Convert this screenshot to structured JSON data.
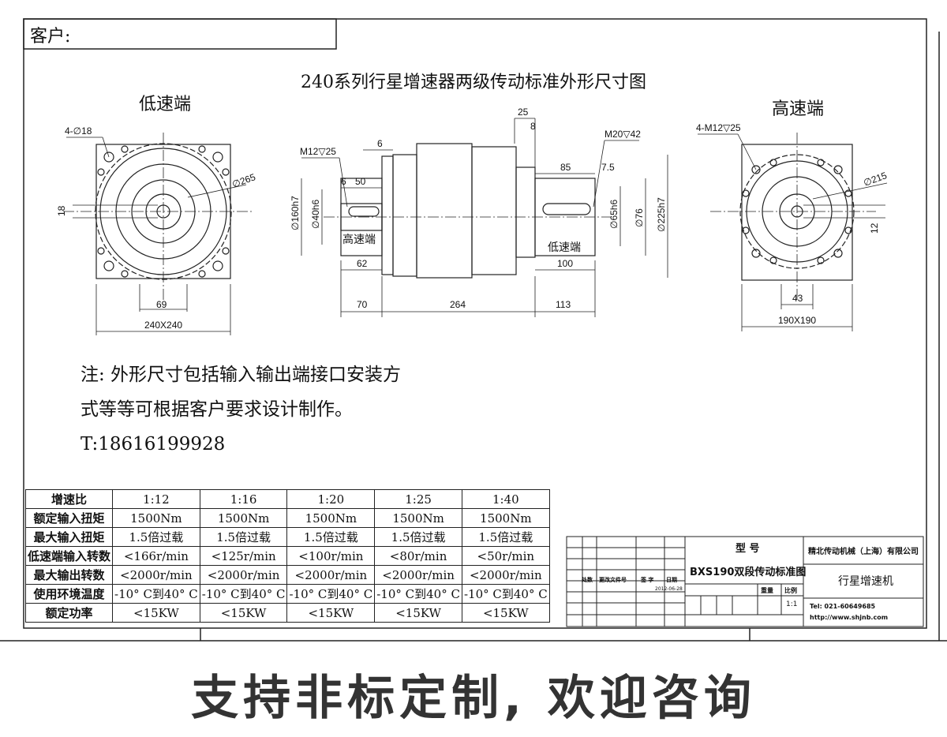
{
  "header": {
    "customer_label": "客户:",
    "title": "240系列行星增速器两级传动标准外形尺寸图"
  },
  "views": {
    "low_speed_end": "低速端",
    "high_speed_end": "高速端"
  },
  "dimensions": {
    "left_view": {
      "holes": "4-∅18",
      "pcd": "∅265",
      "key_width": "18",
      "key_height": "69",
      "flange": "240X240"
    },
    "side_view": {
      "input_tap": "M12▽25",
      "output_tap": "M20▽42",
      "d6_top": "6",
      "d25": "25",
      "d8": "8",
      "d6": "6",
      "d50": "50",
      "d85": "85",
      "d7_5": "7.5",
      "d160": "∅160h7",
      "d40": "∅40h6",
      "d65": "∅65h6",
      "d76": "∅76",
      "d225": "∅225h7",
      "high_label": "高速端",
      "low_label": "低速端",
      "d62": "62",
      "d100": "100",
      "d70": "70",
      "d264": "264",
      "d113": "113"
    },
    "right_view": {
      "holes": "4-M12▽25",
      "pcd": "∅215",
      "key_width": "12",
      "key_height": "43",
      "flange": "190X190"
    }
  },
  "notes": {
    "line1": "注: 外形尺寸包括输入输出端接口安装方",
    "line2": "式等等可根据客户要求设计制作。",
    "phone": "T:18616199928"
  },
  "spec_table": {
    "rows": [
      {
        "label": "增速比",
        "values": [
          "1:12",
          "1:16",
          "1:20",
          "1:25",
          "1:40"
        ]
      },
      {
        "label": "额定输入扭矩",
        "values": [
          "1500Nm",
          "1500Nm",
          "1500Nm",
          "1500Nm",
          "1500Nm"
        ]
      },
      {
        "label": "最大输入扭矩",
        "values": [
          "1.5倍过载",
          "1.5倍过载",
          "1.5倍过载",
          "1.5倍过载",
          "1.5倍过载"
        ]
      },
      {
        "label": "低速端输入转数",
        "values": [
          "<166r/min",
          "<125r/min",
          "<100r/min",
          "<80r/min",
          "<50r/min"
        ]
      },
      {
        "label": "最大输出转数",
        "values": [
          "<2000r/min",
          "<2000r/min",
          "<2000r/min",
          "<2000r/min",
          "<2000r/min"
        ]
      },
      {
        "label": "使用环境温度",
        "values": [
          "-10° C到40° C",
          "-10° C到40° C",
          "-10° C到40° C",
          "-10° C到40° C",
          "-10° C到40° C"
        ]
      },
      {
        "label": "额定功率",
        "values": [
          "<15KW",
          "<15KW",
          "<15KW",
          "<15KW",
          "<15KW"
        ]
      }
    ]
  },
  "title_block": {
    "model_label": "型 号",
    "drawing_name": "BXS190双段传动标准图",
    "company": "精北传动机械（上海）有限公司",
    "product": "行星增速机",
    "rev_headers": [
      "处数",
      "更改文件号",
      "签 字",
      "日期"
    ],
    "date": "2012-06-28",
    "weight_label": "重量",
    "scale_label": "比例",
    "scale": "1:1",
    "tel": "Tel: 021-60649685",
    "url": "http://www.shjnb.com"
  },
  "slogan": "支持非标定制, 欢迎咨询"
}
